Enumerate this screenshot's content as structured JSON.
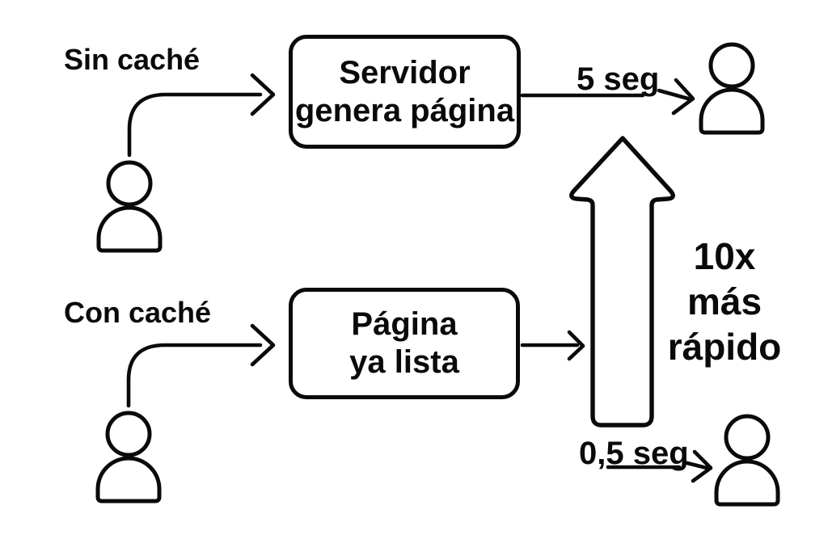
{
  "colors": {
    "background": "#ffffff",
    "stroke": "#0a0a0a",
    "text": "#0a0a0a"
  },
  "top_flow": {
    "label": "Sin caché",
    "box": [
      "Servidor",
      "genera página"
    ],
    "time_label": "5 seg"
  },
  "bottom_flow": {
    "label": "Con caché",
    "box": [
      "Página",
      "ya lista"
    ],
    "time_label": "0,5 seg"
  },
  "speedup": {
    "text": "10x más rápido",
    "lines": [
      "10x",
      "más",
      "rápido"
    ]
  }
}
